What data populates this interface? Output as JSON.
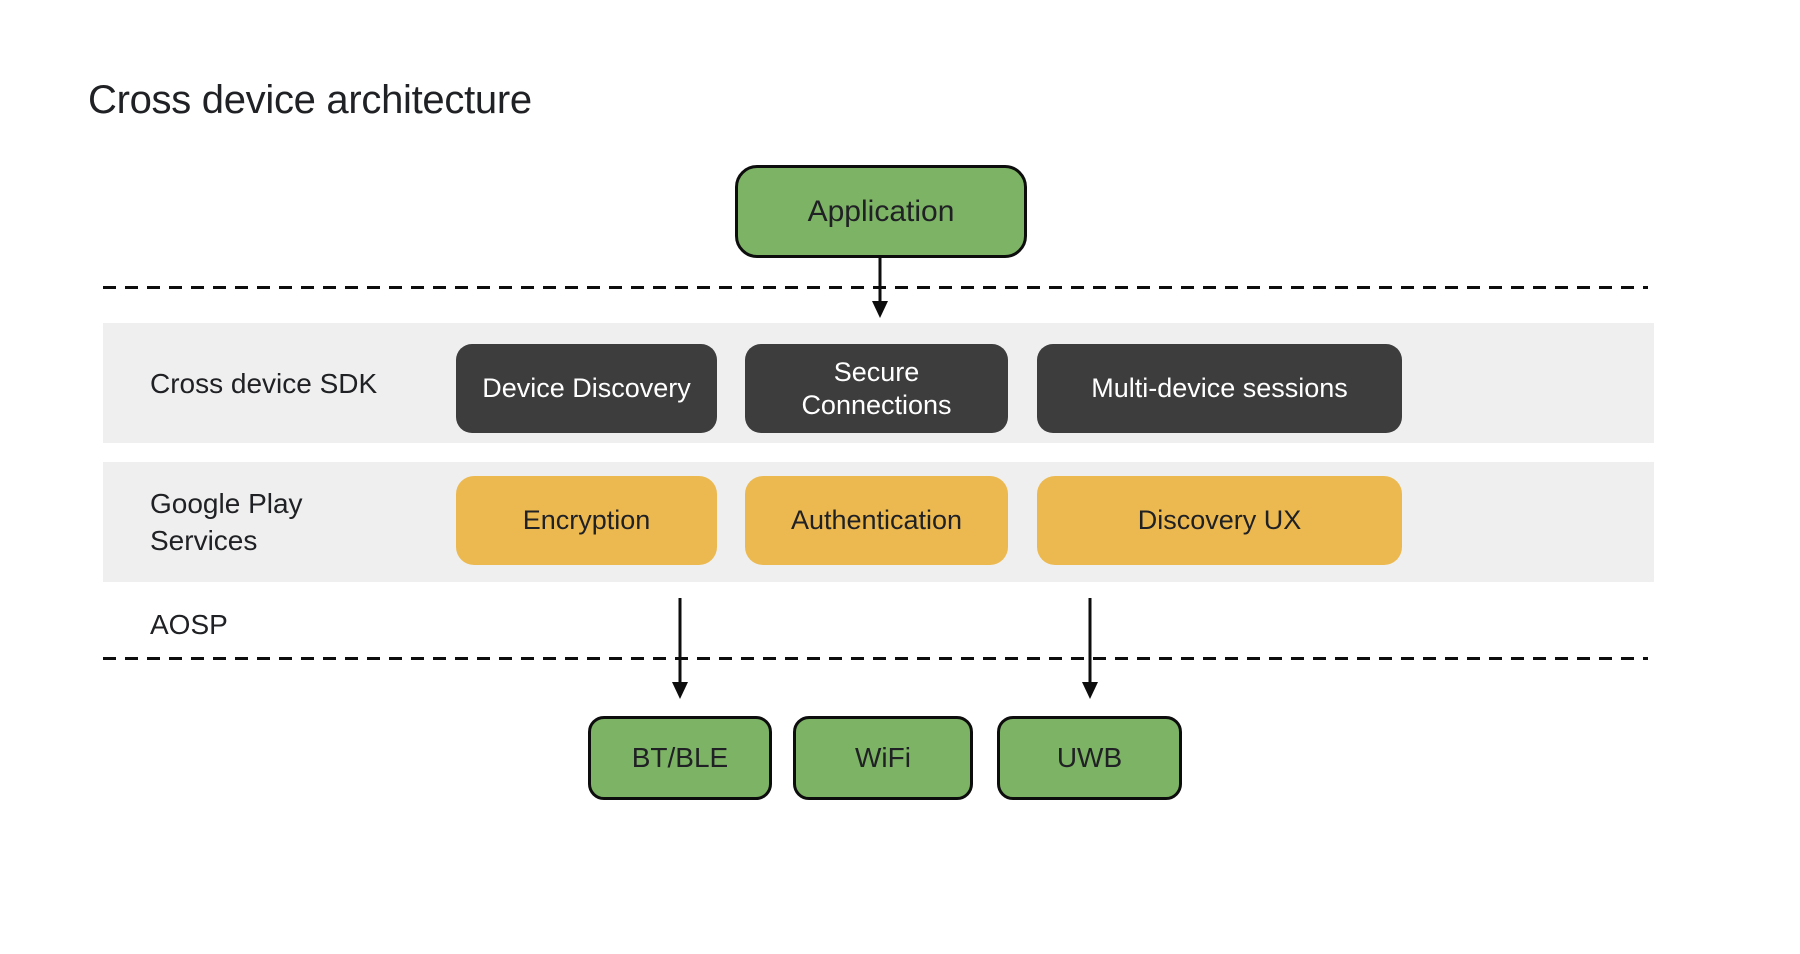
{
  "page": {
    "title": "Cross device architecture"
  },
  "application_box": {
    "label": "Application"
  },
  "layers": {
    "sdk": {
      "label": "Cross device SDK",
      "boxes": [
        "Device Discovery",
        "Secure Connections",
        "Multi-device sessions"
      ]
    },
    "play_services": {
      "label": "Google Play Services",
      "boxes": [
        "Encryption",
        "Authentication",
        "Discovery UX"
      ]
    },
    "aosp": {
      "label": "AOSP"
    }
  },
  "radios": {
    "boxes": [
      "BT/BLE",
      "WiFi",
      "UWB"
    ]
  },
  "colors": {
    "green": "#7CB364",
    "amber": "#ECB950",
    "dark": "#3D3D3D",
    "band": "#EFEFEF",
    "outline": "#0D0D0D",
    "text_dark": "#202124",
    "text_light": "#FFFFFF"
  }
}
